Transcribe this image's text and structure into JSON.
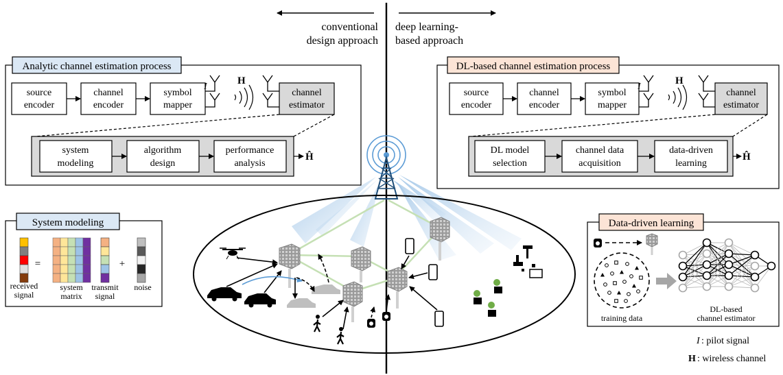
{
  "top": {
    "left_label": [
      "conventional",
      "design approach"
    ],
    "right_label": [
      "deep learning-",
      "based approach"
    ]
  },
  "analytic": {
    "title": "Analytic channel estimation process",
    "title_bg": "#dbe8f5",
    "blocks": [
      [
        "source",
        "encoder"
      ],
      [
        "channel",
        "encoder"
      ],
      [
        "symbol",
        "mapper"
      ]
    ],
    "estimator": [
      "channel",
      "estimator"
    ],
    "steps": [
      [
        "system",
        "modeling"
      ],
      [
        "algorithm",
        "design"
      ],
      [
        "performance",
        "analysis"
      ]
    ]
  },
  "dl": {
    "title": "DL-based channel estimation process",
    "title_bg": "#fce4d6",
    "blocks": [
      [
        "source",
        "encoder"
      ],
      [
        "channel",
        "encoder"
      ],
      [
        "symbol",
        "mapper"
      ]
    ],
    "estimator": [
      "channel",
      "estimator"
    ],
    "steps": [
      [
        "DL model",
        "selection"
      ],
      [
        "channel data",
        "acquisition"
      ],
      [
        "data-driven",
        "learning"
      ]
    ]
  },
  "symbols": {
    "pilot": "I",
    "channel": "H",
    "estimate": "Ĥ"
  },
  "system_modeling": {
    "title": "System modeling",
    "title_bg": "#dbe8f5",
    "equals": "=",
    "plus": "+",
    "labels": {
      "received": [
        "received",
        "signal"
      ],
      "matrix": [
        "system",
        "matrix"
      ],
      "transmit": [
        "transmit",
        "signal"
      ],
      "noise": "noise"
    },
    "received_colors": [
      "#ffc000",
      "#808080",
      "#ff0000",
      "#e0e0e0",
      "#843c0c"
    ],
    "transmit_colors": [
      "#f4b183",
      "#ffe699",
      "#c5e0b4",
      "#9dc3e6",
      "#7030a0"
    ],
    "noise_colors": [
      "#bfbfbf",
      "#595959",
      "#f2f2f2",
      "#262626",
      "#a6a6a6"
    ],
    "matrix_colors": [
      "#f4b183",
      "#ffe699",
      "#c5e0b4",
      "#9dc3e6",
      "#7030a0"
    ]
  },
  "data_driven": {
    "title": "Data-driven learning",
    "title_bg": "#fce4d6",
    "training_label": "training data",
    "estimator_label": [
      "DL-based",
      "channel estimator"
    ]
  },
  "legend": {
    "pilot_symbol": "I",
    "pilot_text": ": pilot signal",
    "channel_symbol": "H",
    "channel_text": ": wireless channel"
  }
}
